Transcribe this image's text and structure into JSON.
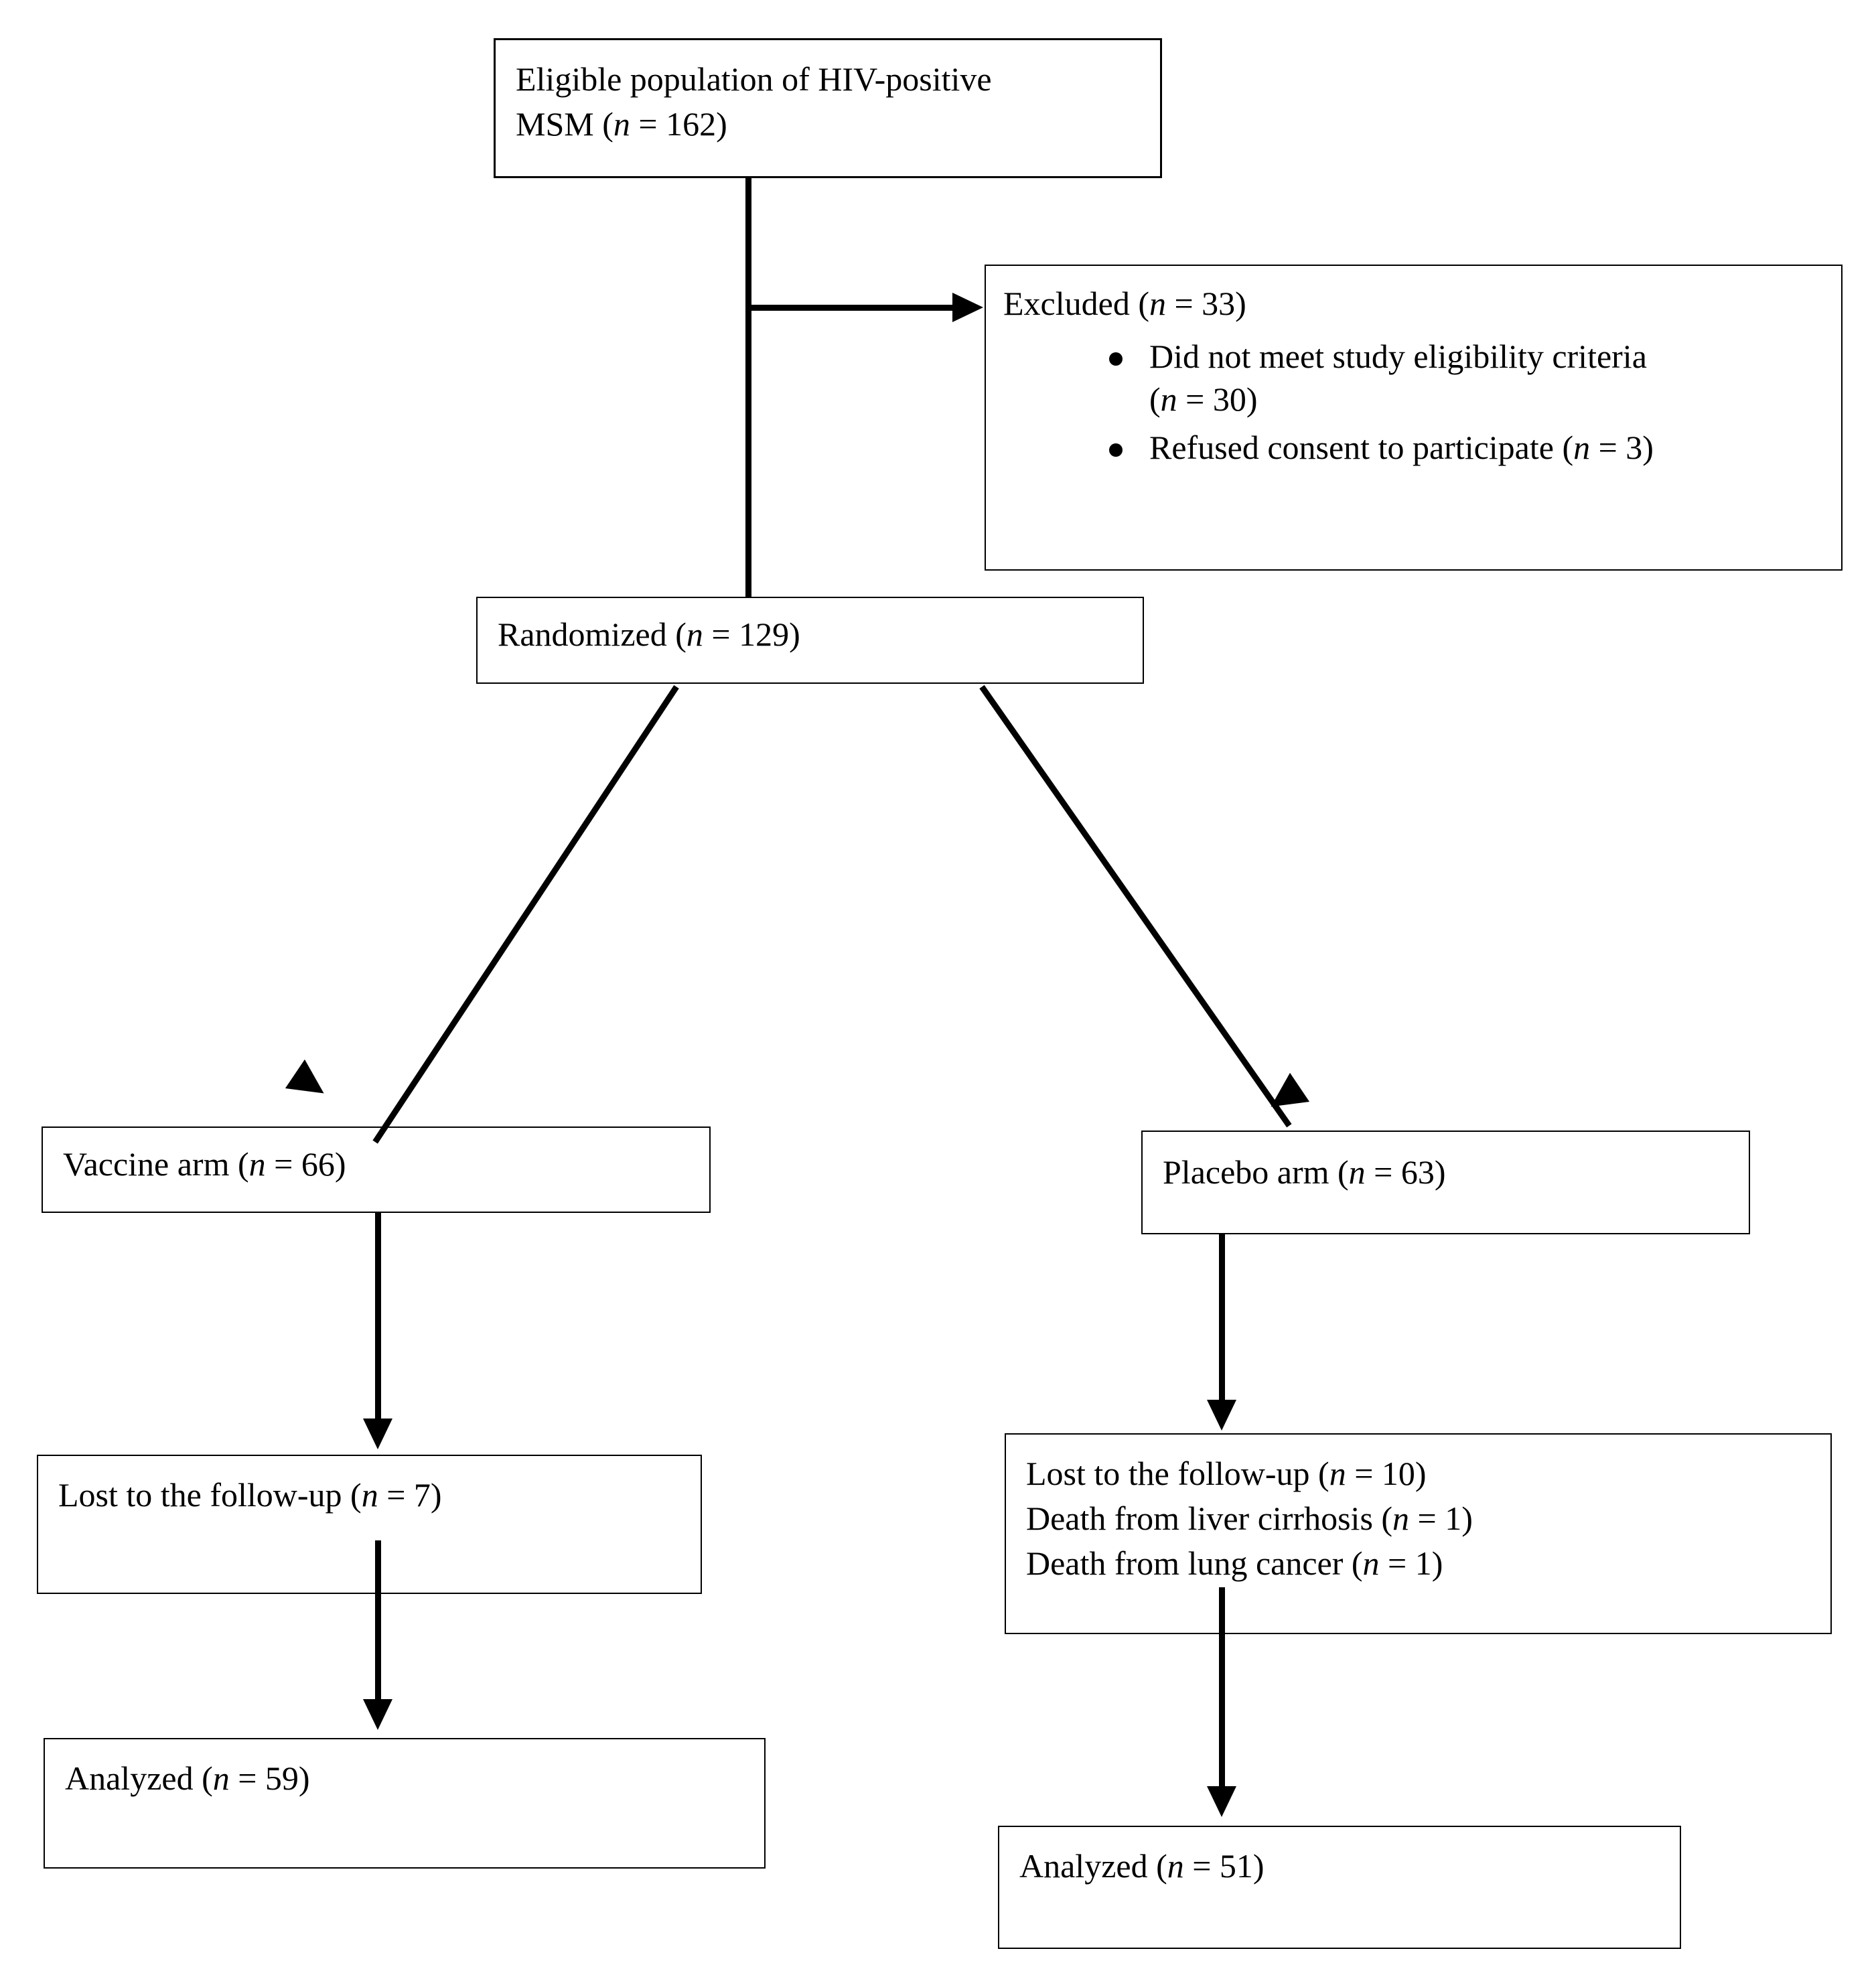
{
  "diagram": {
    "title": "CONSORT participant flow diagram",
    "stroke_color": "#000000",
    "background_color": "#ffffff",
    "nodes": {
      "eligible": {
        "line1": "Eligible population of HIV-positive",
        "line2_prefix": "MSM (",
        "line2_n": "n",
        "line2_suffix": " = 162)"
      },
      "excluded": {
        "heading_prefix": "Excluded (",
        "heading_n": "n",
        "heading_suffix": " = 33)",
        "bullets": [
          {
            "text": "Did not meet study eligibility criteria",
            "count_prefix": "(",
            "count_n": "n",
            "count_suffix": " = 30)"
          },
          {
            "text": "Refused consent to participate (",
            "count_prefix": "",
            "count_n": "n",
            "count_suffix": " = 3)"
          }
        ]
      },
      "randomized": {
        "prefix": "Randomized (",
        "n": "n",
        "suffix": " = 129)"
      },
      "vaccine_arm": {
        "prefix": "Vaccine arm (",
        "n": "n",
        "suffix": " = 66)"
      },
      "placebo_arm": {
        "prefix": "Placebo arm (",
        "n": "n",
        "suffix": " = 63)"
      },
      "vaccine_losses": {
        "lines": [
          {
            "prefix": "Lost to the follow-up  (",
            "n": "n",
            "suffix": " = 7)"
          }
        ]
      },
      "placebo_losses": {
        "lines": [
          {
            "prefix": "Lost to the follow-up (",
            "n": "n",
            "suffix": " = 10)"
          },
          {
            "prefix": "Death from liver cirrhosis (",
            "n": "n",
            "suffix": " = 1)"
          },
          {
            "prefix": "Death from lung cancer (",
            "n": "n",
            "suffix": " = 1)"
          }
        ]
      },
      "vaccine_analyzed": {
        "prefix": "Analyzed (",
        "n": "n",
        "suffix": " = 59)"
      },
      "placebo_analyzed": {
        "prefix": "Analyzed (",
        "n": "n",
        "suffix": " = 51)"
      }
    }
  }
}
